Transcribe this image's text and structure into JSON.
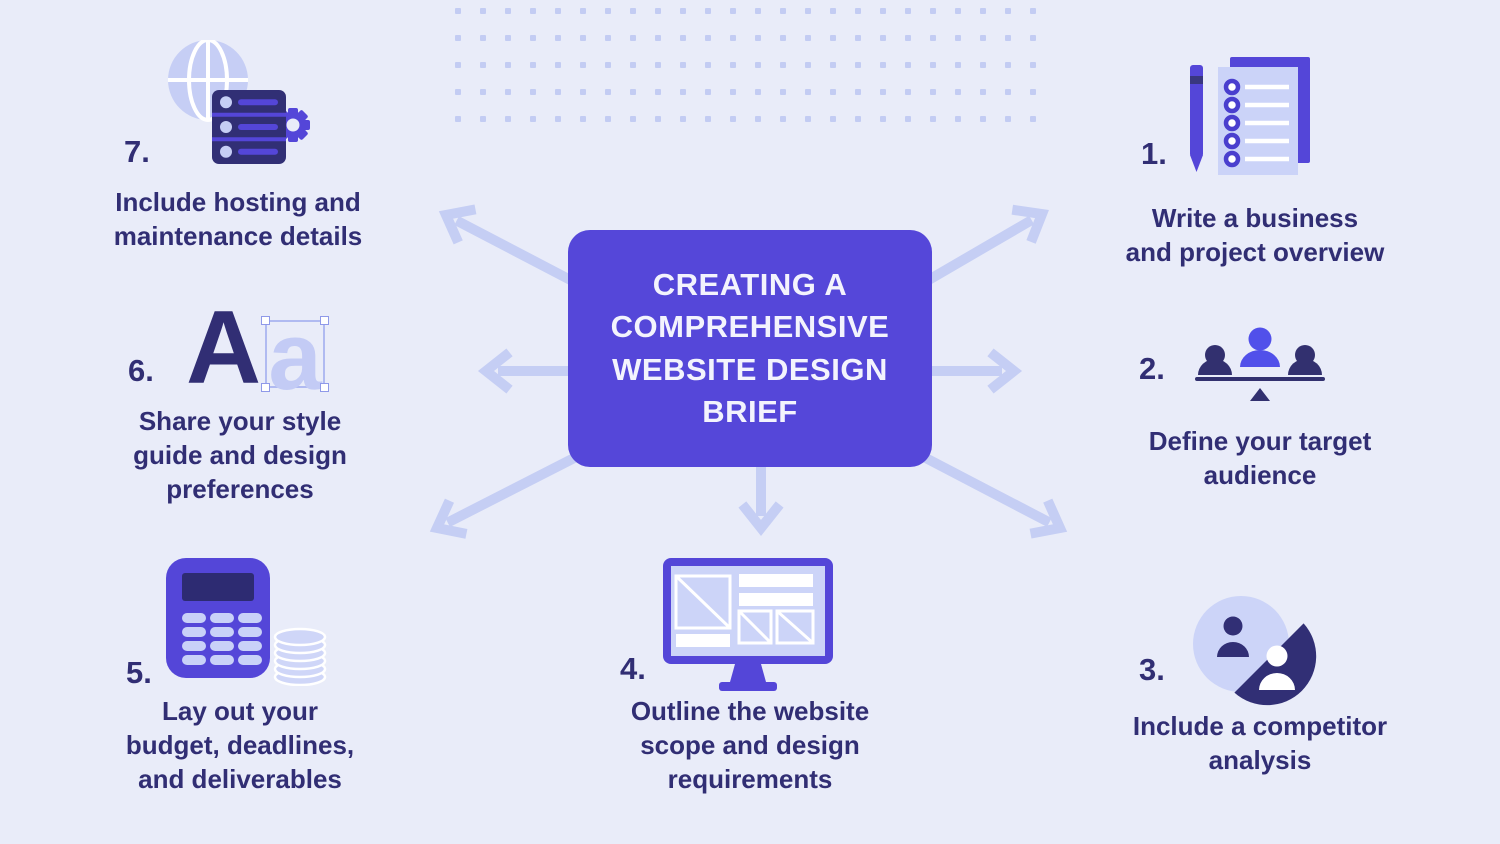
{
  "title": "CREATING A\nCOMPREHENSIVE\nWEBSITE DESIGN\nBRIEF",
  "colors": {
    "background": "#e9ecf9",
    "primary_purple": "#5547d9",
    "dark_navy": "#312e74",
    "light_periwinkle": "#c6cef5",
    "pale_sheet": "#ccd4f8",
    "arrow": "#c5cef4",
    "white": "#ffffff"
  },
  "steps": [
    {
      "number": "1.",
      "label": "Write a business\nand project overview",
      "icon": "pen-checklist-icon"
    },
    {
      "number": "2.",
      "label": "Define your target\naudience",
      "icon": "audience-balance-icon"
    },
    {
      "number": "3.",
      "label": "Include a competitor\nanalysis",
      "icon": "competitor-analysis-icon"
    },
    {
      "number": "4.",
      "label": "Outline the website\nscope and design\nrequirements",
      "icon": "website-wireframe-monitor-icon"
    },
    {
      "number": "5.",
      "label": "Lay out your\nbudget, deadlines,\nand deliverables",
      "icon": "calculator-coins-icon"
    },
    {
      "number": "6.",
      "label": "Share your style\nguide and design\npreferences",
      "icon": "typography-aa-icon",
      "letters": {
        "large": "A",
        "small": "a"
      }
    },
    {
      "number": "7.",
      "label": "Include hosting and\nmaintenance details",
      "icon": "server-globe-gear-icon"
    }
  ]
}
